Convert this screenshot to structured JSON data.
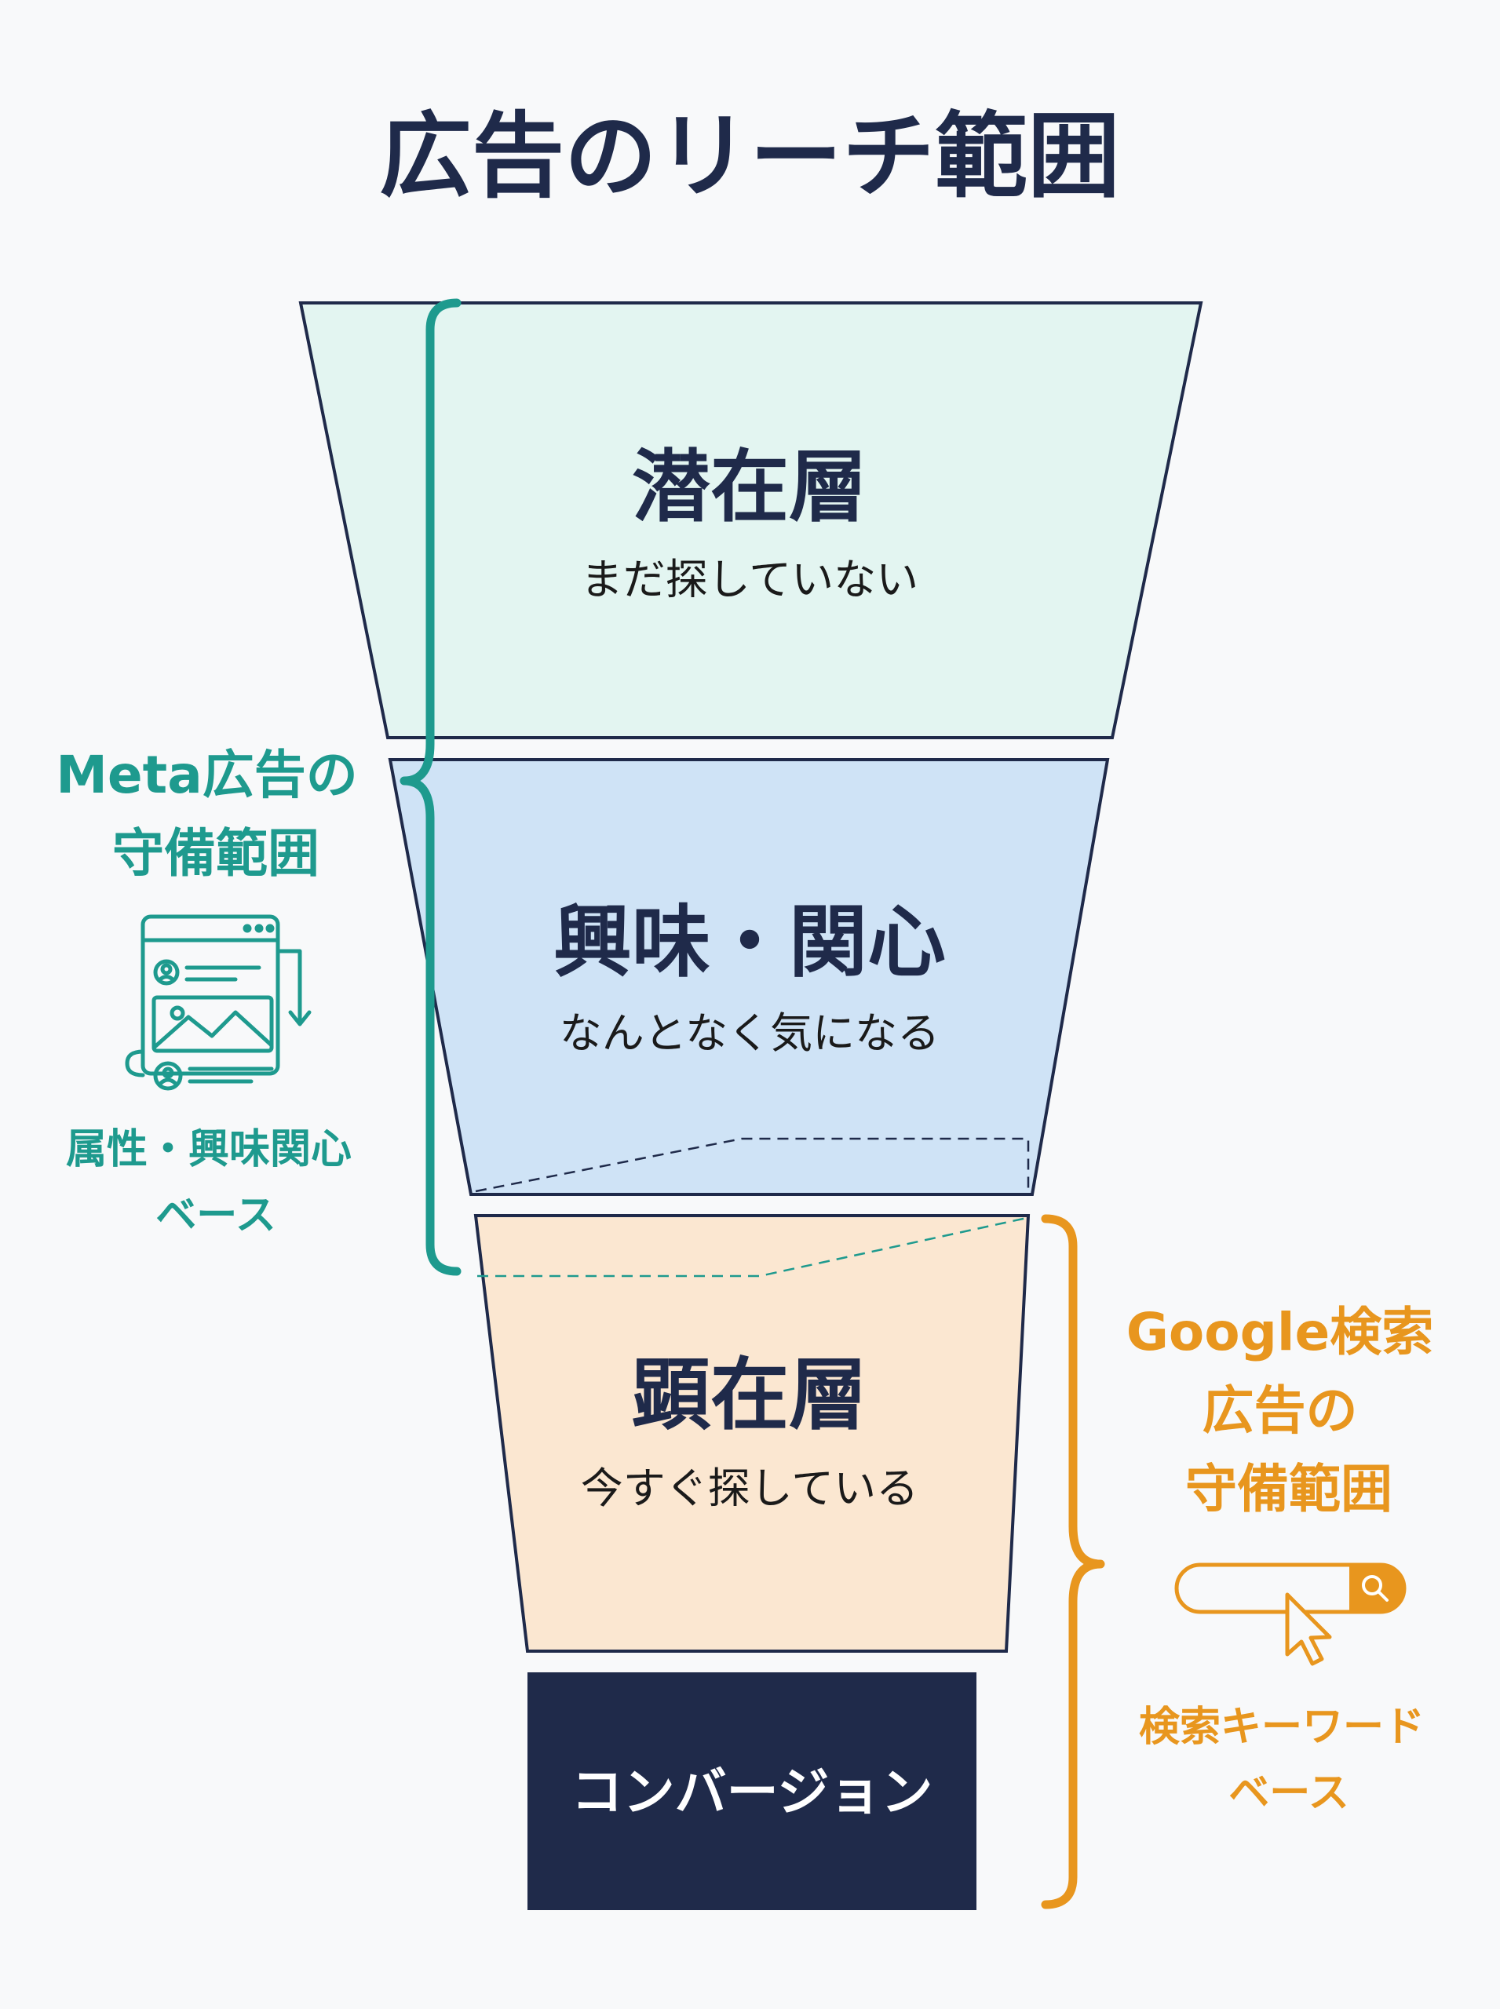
{
  "title": "広告のリーチ範囲",
  "colors": {
    "navy": "#1f2a4a",
    "teal": "#1e9a8e",
    "orange": "#e8961e",
    "latent_fill": "#e3f5f1",
    "interest_fill": "#cfe3f6",
    "apparent_fill": "#fbe7d1",
    "background": "#f8f9fa"
  },
  "stages": [
    {
      "title": "潜在層",
      "subtitle": "まだ探していない"
    },
    {
      "title": "興味・関心",
      "subtitle": "なんとなく気になる"
    },
    {
      "title": "顕在層",
      "subtitle": "今すぐ探している"
    }
  ],
  "conversion": {
    "label": "コンバージョン"
  },
  "meta": {
    "title_lines": [
      "Meta広告の",
      "守備範囲"
    ],
    "note_lines": [
      "属性・興味関心",
      "ベース"
    ],
    "icon": "ad-browser-icon"
  },
  "google": {
    "title_lines": [
      "Google検索",
      "広告の",
      "守備範囲"
    ],
    "note_lines": [
      "検索キーワード",
      "ベース"
    ],
    "icon": "search-bar-cursor-icon"
  }
}
